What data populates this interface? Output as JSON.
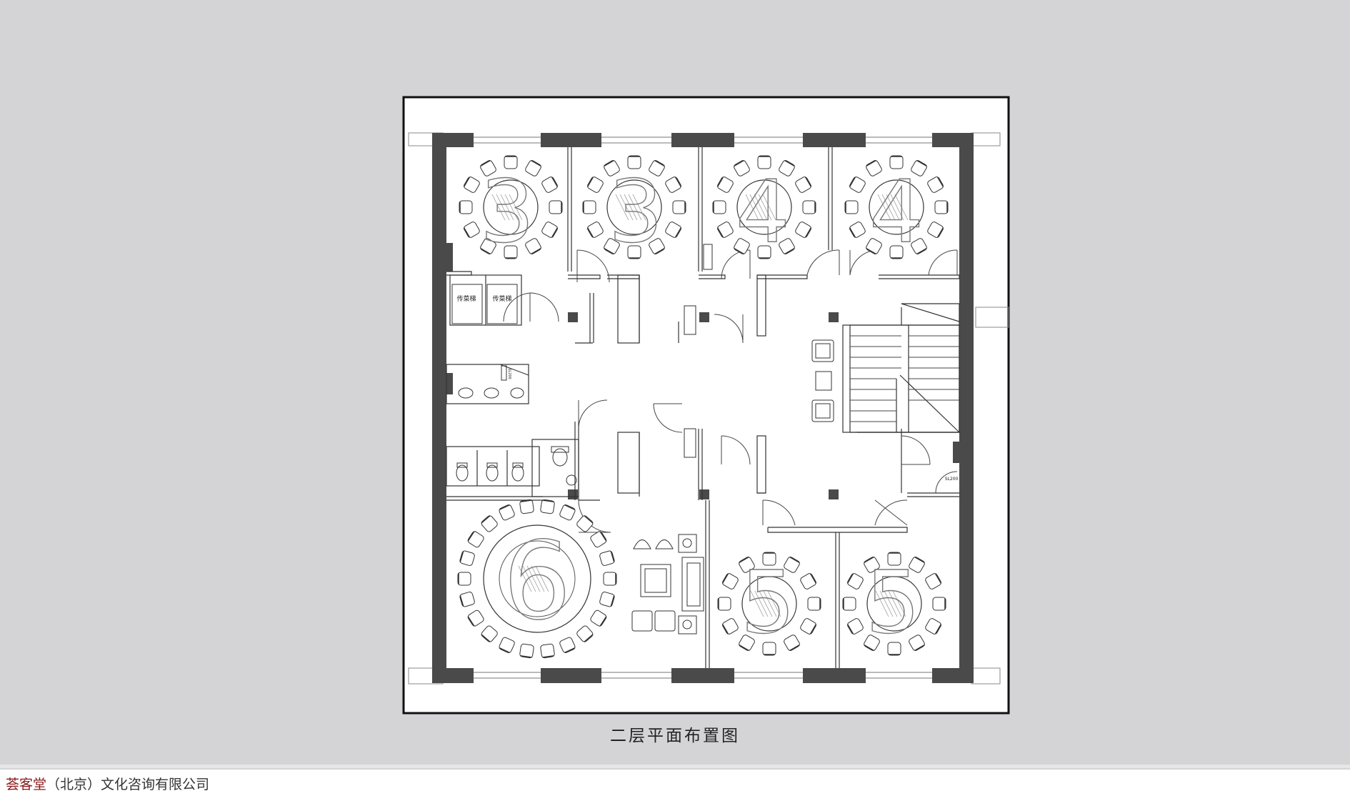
{
  "plan": {
    "caption": "二层平面布置图",
    "room_numbers": [
      "3",
      "3",
      "4",
      "4",
      "6",
      "5",
      "5"
    ],
    "elevator_labels": [
      "传菜梯",
      "传菜梯"
    ],
    "small_labels": [
      "SL200",
      "SL200"
    ]
  },
  "footer": {
    "brand": "荟客堂",
    "rest": "（北京）文化咨询有限公司"
  },
  "colors": {
    "background": "#d4d4d6",
    "wall": "#4a4a4a",
    "brand": "#8b1a1a",
    "room_number": "#7a7a7a"
  }
}
